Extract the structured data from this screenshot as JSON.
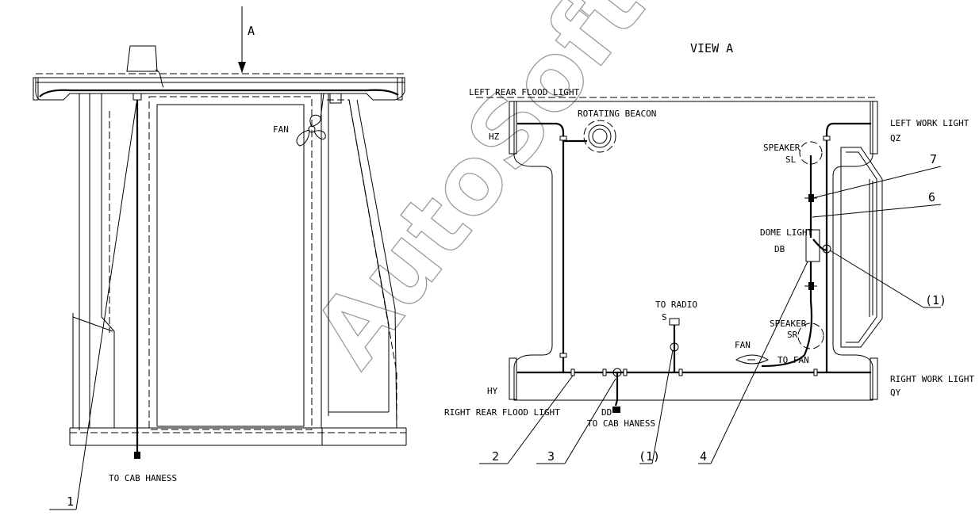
{
  "left_view": {
    "arrow_label": "A",
    "fan_label": "FAN",
    "cab_harness_label": "TO CAB HANESS",
    "callout_1": "1"
  },
  "view_a": {
    "title": "VIEW A",
    "left_rear_flood_light": "LEFT REAR FLOOD LIGHT",
    "hz": "HZ",
    "rotating_beacon": "ROTATING BEACON",
    "left_work_light": "LEFT WORK LIGHT",
    "qz": "QZ",
    "speaker_top": "SPEAKER",
    "sl": "SL",
    "dome_light": "DOME LIGHT",
    "db": "DB",
    "to_radio": "TO RADIO",
    "s": "S",
    "speaker_bottom": "SPEAKER",
    "sr": "SR",
    "fan": "FAN",
    "to_fan": "TO FAN",
    "right_work_light": "RIGHT WORK LIGHT",
    "qy": "QY",
    "hy": "HY",
    "right_rear_flood_light": "RIGHT REAR FLOOD LIGHT",
    "dd": "DD",
    "to_cab_harness": "TO CAB HANESS",
    "callout_2": "2",
    "callout_3": "3",
    "callout_1": "(1)",
    "callout_4": "4",
    "callout_1_right": "(1)",
    "callout_6": "6",
    "callout_7": "7"
  },
  "watermark": "AutoSoft"
}
